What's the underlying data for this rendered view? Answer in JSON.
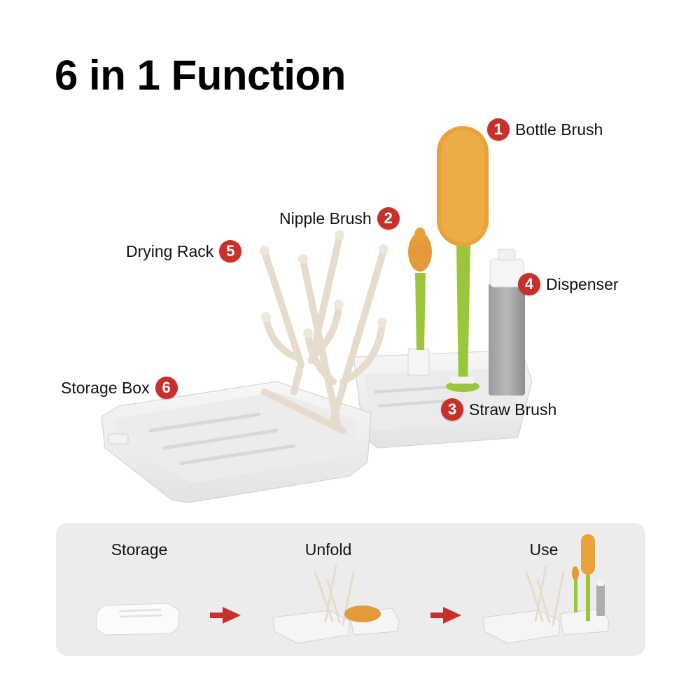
{
  "title": "6 in 1 Function",
  "features": [
    {
      "number": "1",
      "label": "Bottle Brush"
    },
    {
      "number": "2",
      "label": "Nipple Brush"
    },
    {
      "number": "3",
      "label": "Straw Brush"
    },
    {
      "number": "4",
      "label": "Dispenser"
    },
    {
      "number": "5",
      "label": "Drying Rack"
    },
    {
      "number": "6",
      "label": "Storage Box"
    }
  ],
  "steps": [
    {
      "label": "Storage"
    },
    {
      "label": "Unfold"
    },
    {
      "label": "Use"
    }
  ],
  "icons": {
    "step_arrow": "arrow-right-icon"
  },
  "colors": {
    "badge": "#c8302c",
    "brush_orange": "#e9a23b",
    "handle_green": "#9bc63b",
    "rack_beige": "#e8e0d3",
    "box_white": "#f4f4f4",
    "panel_bg": "#ececec",
    "arrow_red": "#c8302c"
  }
}
